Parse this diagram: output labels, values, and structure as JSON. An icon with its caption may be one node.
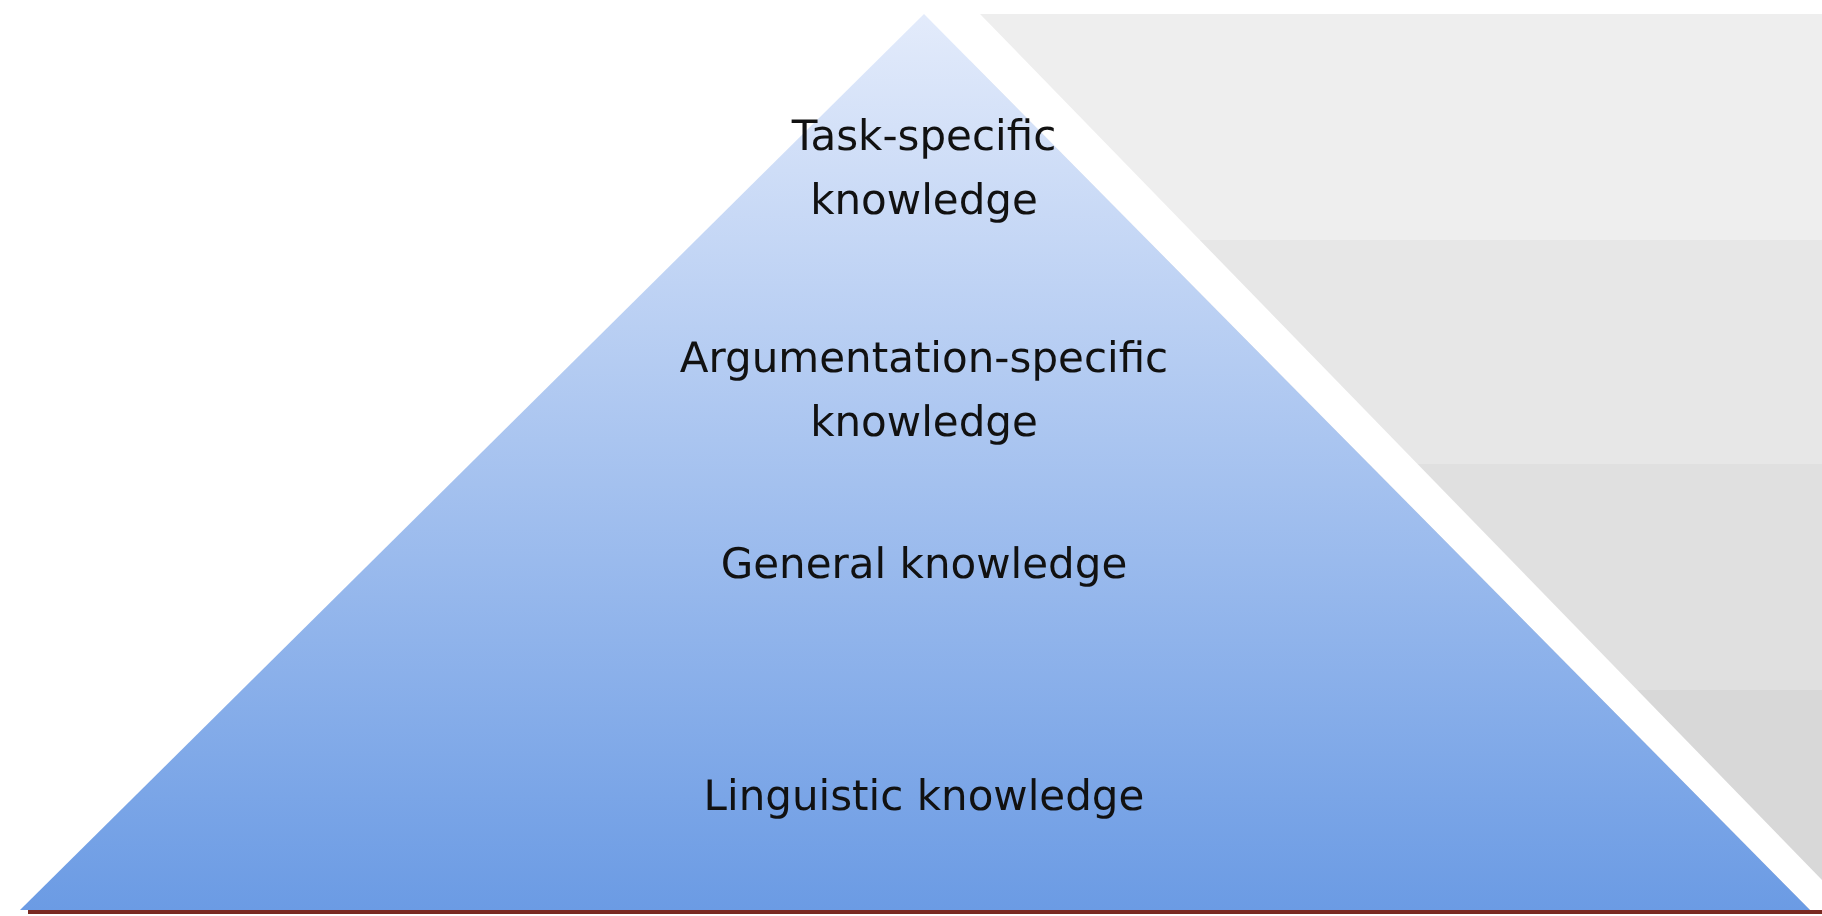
{
  "diagram": {
    "nodes": [
      {
        "text": [
          "Task-specific knowledge",
          "Argumentation-specific knowledge",
          "General knowledge",
          "Linguistic knowledge"
        ]
      }
    ]
  }
}
